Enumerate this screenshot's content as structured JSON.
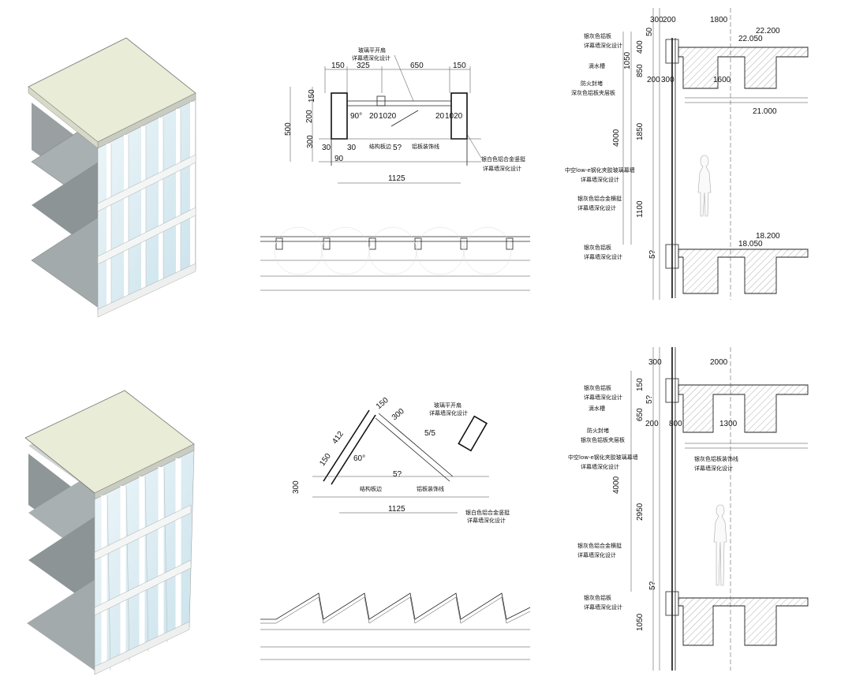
{
  "plan_top": {
    "dims_top": [
      "150",
      "325",
      "650",
      "150"
    ],
    "dims_left": [
      "150",
      "200",
      "300",
      "500"
    ],
    "dims_inner": [
      "20",
      "1020",
      "20",
      "1020"
    ],
    "dims_bottom": [
      "30",
      "30",
      "90"
    ],
    "dim_mid": "5?",
    "dim_span": "1125",
    "angle": "90°",
    "label_glass": "玻璃平开扇",
    "label_glass_note": "详幕墙深化设计",
    "label_structure": "结构板边",
    "label_fin": "铝板装饰线",
    "label_mullion": "银白色铝合金竖挺",
    "label_mullion_note": "详幕墙深化设计"
  },
  "plan_bottom": {
    "dims": [
      "150",
      "300",
      "412",
      "5/5",
      "150",
      "300"
    ],
    "dim_mid": "5?",
    "dim_span": "1125",
    "angle": "60°",
    "label_glass": "玻璃平开扇",
    "label_glass_note": "详幕墙深化设计",
    "label_structure": "结构板边",
    "label_fin": "铝板装饰线",
    "label_mullion": "银白色铝合金竖挺",
    "label_mullion_note": "详幕墙深化设计"
  },
  "section_top": {
    "dims_top": [
      "300",
      "200",
      "1800"
    ],
    "dims_side": [
      "50",
      "400",
      "1050",
      "850",
      "200",
      "300",
      "1600",
      "1850",
      "4000",
      "1100",
      "5?"
    ],
    "levels": [
      "22.200",
      "22.050",
      "21.000",
      "18.200",
      "18.050"
    ],
    "notes": [
      "银灰色铝板",
      "详幕墙深化设计",
      "滴水槽",
      "防火封堵",
      "深灰色铝板夹层板",
      "中空low-e钢化夹胶玻璃幕墙",
      "详幕墙深化设计",
      "银灰色铝合金横挺",
      "详幕墙深化设计",
      "银灰色铝板",
      "详幕墙深化设计"
    ]
  },
  "section_bottom": {
    "dims_top": [
      "300",
      "2000"
    ],
    "dims_side": [
      "150",
      "5?",
      "650",
      "200",
      "800",
      "1300",
      "4000",
      "2950",
      "5?",
      "1050"
    ],
    "notes": [
      "银灰色铝板",
      "详幕墙深化设计",
      "滴水槽",
      "防火封堵",
      "银灰色铝板夹层板",
      "中空low-e钢化夹胶玻璃幕墙",
      "详幕墙深化设计",
      "银灰色铝板装饰线",
      "详幕墙深化设计",
      "银灰色铝合金横挺",
      "详幕墙深化设计",
      "银灰色铝板",
      "详幕墙深化设计"
    ]
  },
  "colors": {
    "slab_top": "#e9ecd6",
    "slab_dark": "#9aa1a3",
    "glass": "#d9ecf2",
    "fin": "#f4f6f6"
  }
}
